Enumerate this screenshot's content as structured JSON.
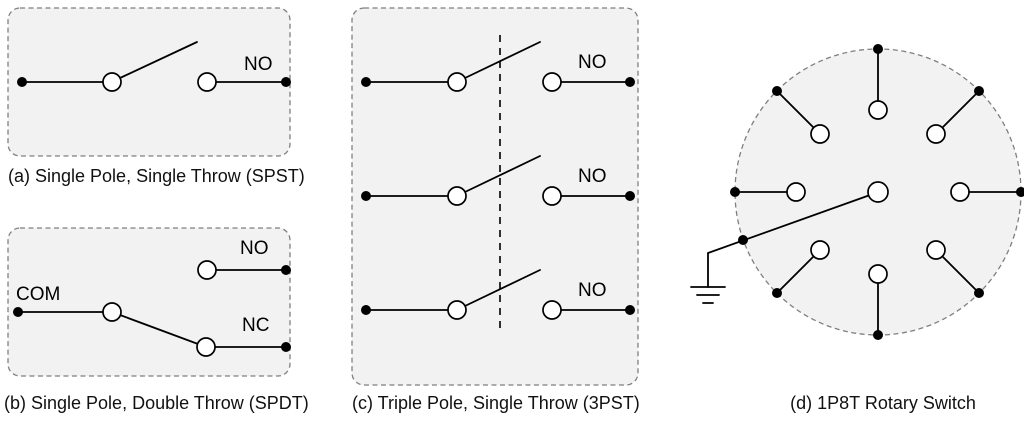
{
  "figure": {
    "type": "circuit-diagram",
    "topic": "Switch schematic symbols"
  },
  "colors": {
    "background": "#ffffff",
    "panel_fill": "#f2f2f2",
    "panel_border": "#7f7f7f",
    "line": "#000000"
  },
  "panels": {
    "a": {
      "caption": "(a) Single Pole, Single Throw (SPST)",
      "labels": {
        "no": "NO"
      }
    },
    "b": {
      "caption": "(b) Single Pole, Double Throw (SPDT)",
      "labels": {
        "com": "COM",
        "no": "NO",
        "nc": "NC"
      }
    },
    "c": {
      "caption": "(c) Triple Pole, Single Throw (3PST)",
      "labels": {
        "no1": "NO",
        "no2": "NO",
        "no3": "NO"
      }
    },
    "d": {
      "caption": "(d) 1P8T Rotary Switch"
    }
  }
}
